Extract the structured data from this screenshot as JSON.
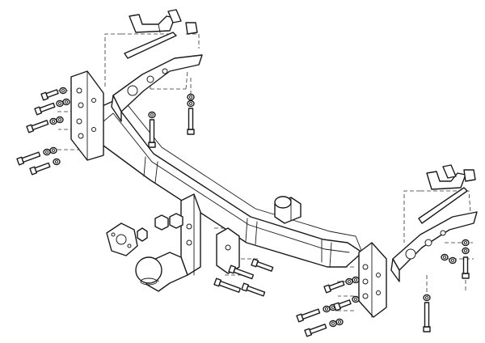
{
  "diagram": {
    "kind": "exploded-assembly",
    "colors": {
      "line": "#1a1a1a",
      "paper": "#ffffff"
    },
    "parts": [
      "main-crossbar",
      "left-mounting-plate",
      "right-mounting-plate",
      "left-top-bracket",
      "right-top-bracket",
      "left-clamp-bracket",
      "right-clamp-bracket",
      "center-bumper-stop",
      "tow-ball-plate",
      "tow-ball-neck",
      "tow-ball",
      "electrical-socket-plate"
    ]
  }
}
